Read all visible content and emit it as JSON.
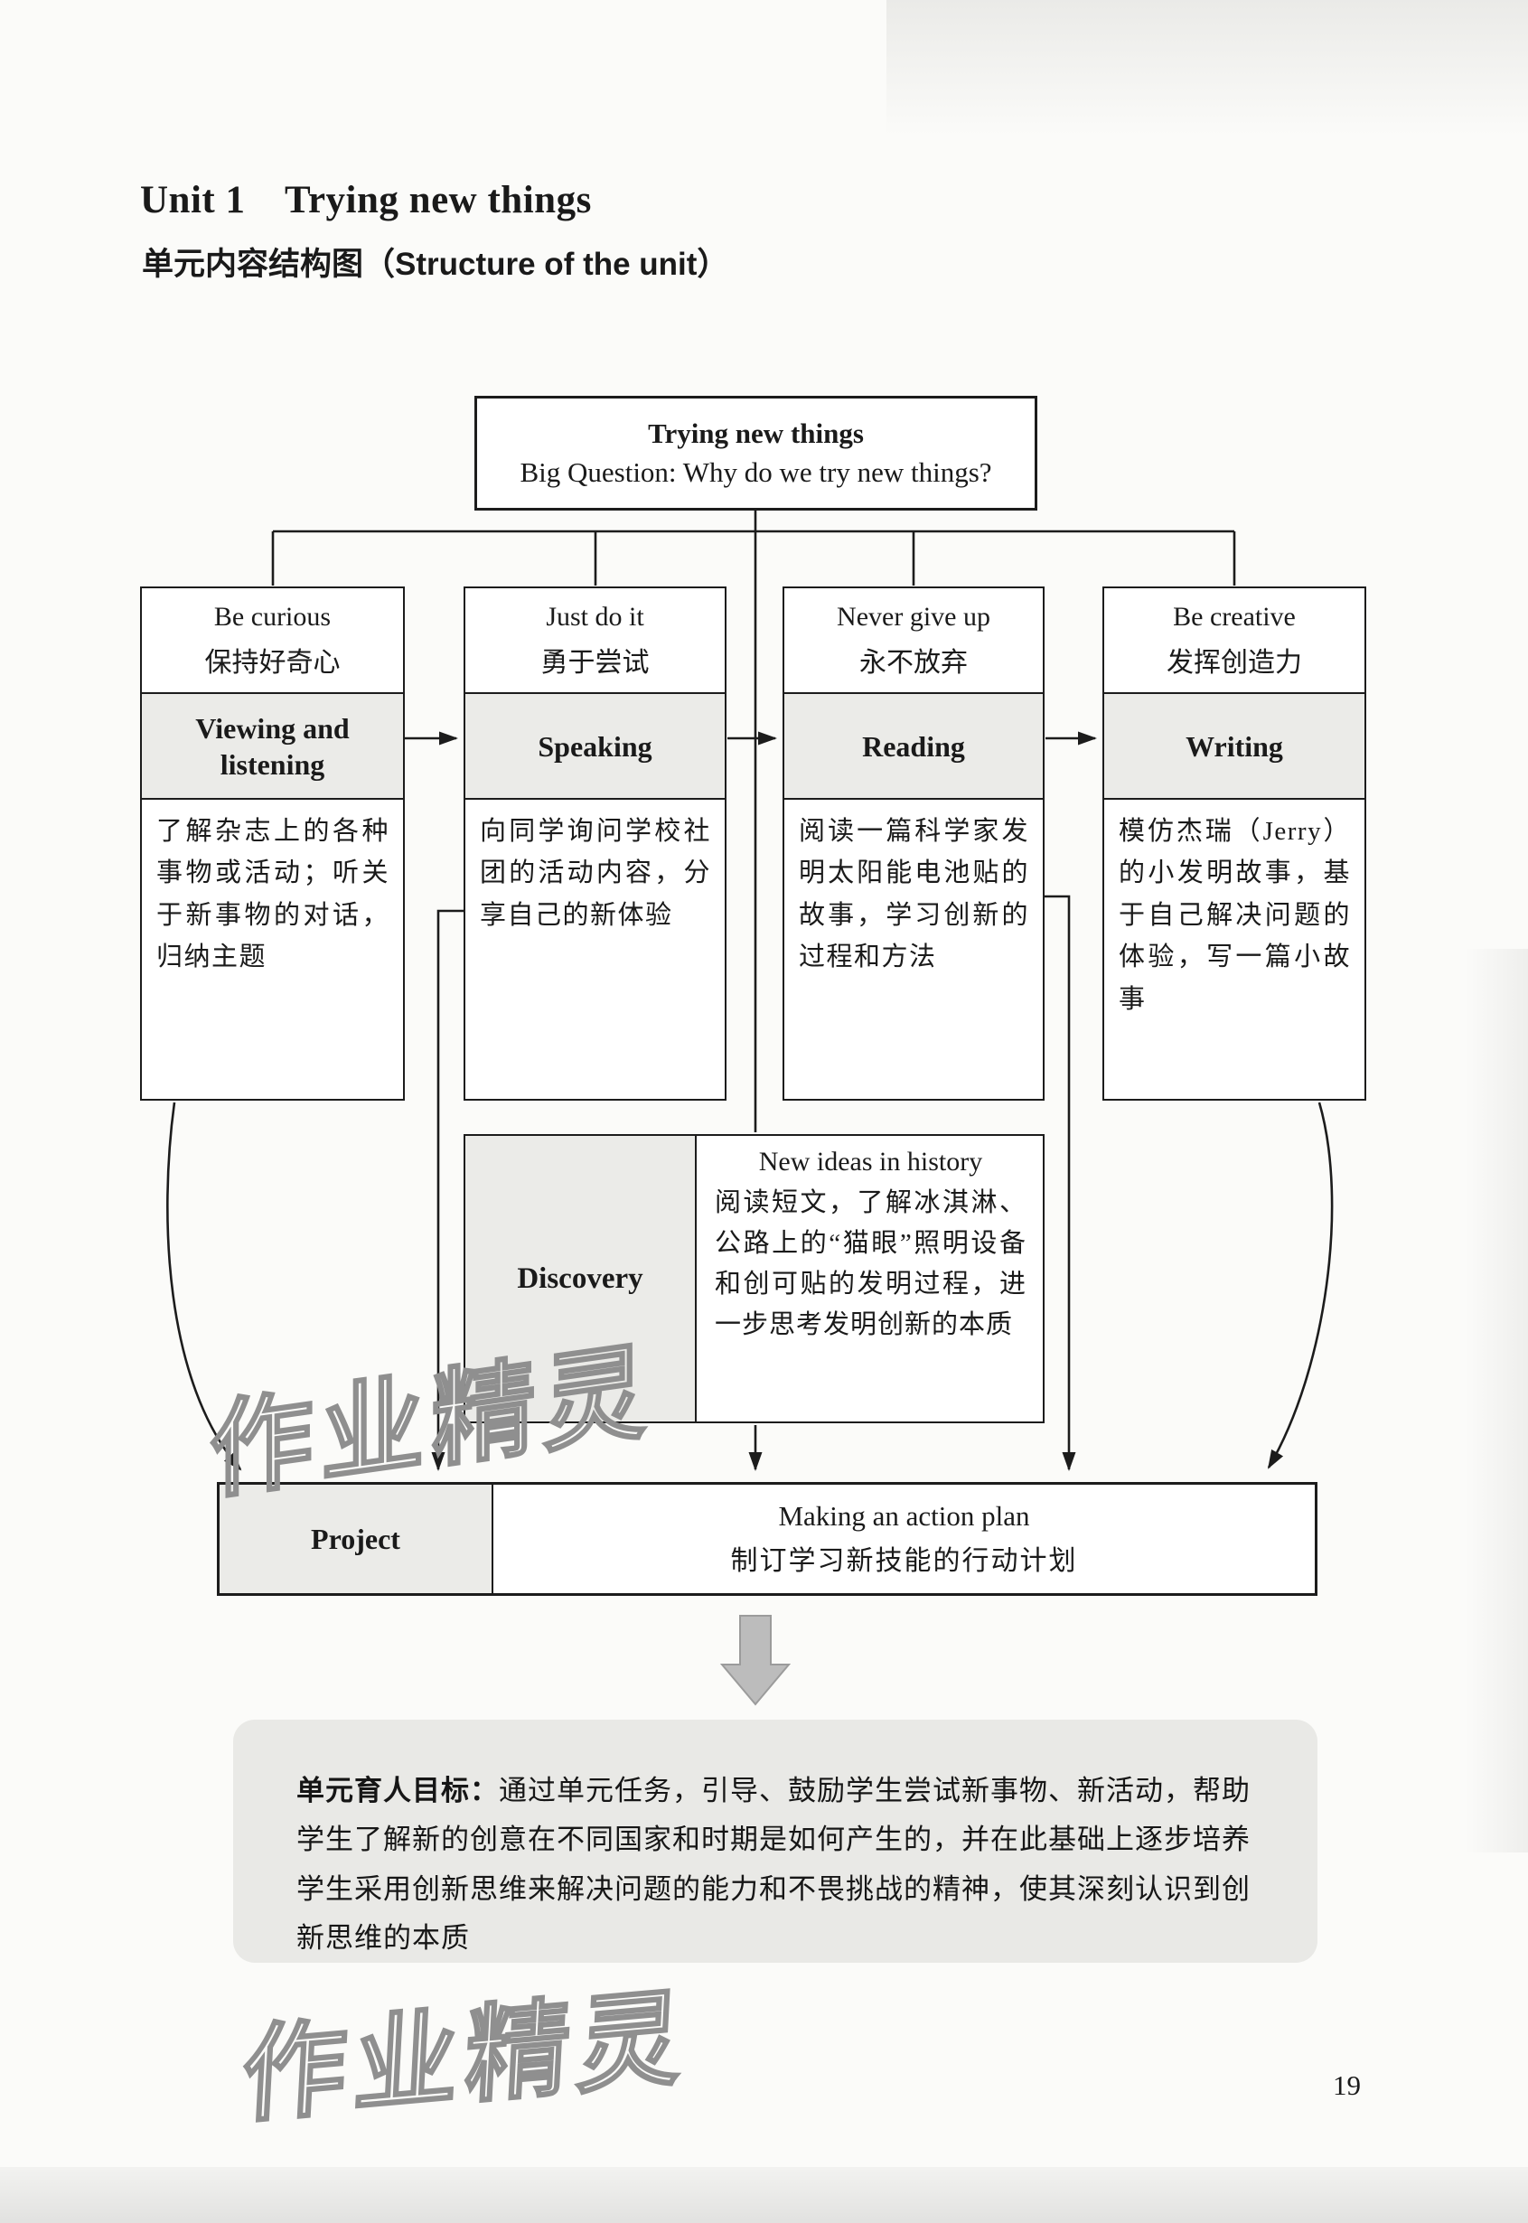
{
  "page": {
    "title": "Unit 1　Trying new things",
    "subtitle": "单元内容结构图（Structure of the unit）",
    "page_number": "19",
    "watermark": "作业精灵"
  },
  "diagram": {
    "root": {
      "title": "Trying new things",
      "question": "Big Question: Why do we try new things?"
    },
    "columns": [
      {
        "motto_en": "Be curious",
        "motto_zh": "保持好奇心",
        "skill": "Viewing and listening",
        "description": "了解杂志上的各种事物或活动；听关于新事物的对话，归纳主题"
      },
      {
        "motto_en": "Just do it",
        "motto_zh": "勇于尝试",
        "skill": "Speaking",
        "description": "向同学询问学校社团的活动内容，分享自己的新体验"
      },
      {
        "motto_en": "Never give up",
        "motto_zh": "永不放弃",
        "skill": "Reading",
        "description": "阅读一篇科学家发明太阳能电池贴的故事，学习创新的过程和方法"
      },
      {
        "motto_en": "Be creative",
        "motto_zh": "发挥创造力",
        "skill": "Writing",
        "description": "模仿杰瑞（Jerry）的小发明故事，基于自己解决问题的体验，写一篇小故事"
      }
    ],
    "discovery": {
      "label": "Discovery",
      "title": "New ideas in history",
      "description": "阅读短文，了解冰淇淋、公路上的“猫眼”照明设备和创可贴的发明过程，进一步思考发明创新的本质"
    },
    "project": {
      "label": "Project",
      "title": "Making an action plan",
      "subtitle": "制订学习新技能的行动计划"
    }
  },
  "goal": {
    "lead": "单元育人目标：",
    "text": "通过单元任务，引导、鼓励学生尝试新事物、新活动，帮助学生了解新的创意在不同国家和时期是如何产生的，并在此基础上逐步培养学生采用创新思维来解决问题的能力和不畏挑战的精神，使其深刻认识到创新思维的本质"
  },
  "colors": {
    "ink": "#1c1c1c",
    "cell_gray": "#ebebe8",
    "panel_gray": "#e9e9e6",
    "watermark_gray": "#8f8f8f",
    "big_arrow_gray": "#bcbcbc"
  }
}
